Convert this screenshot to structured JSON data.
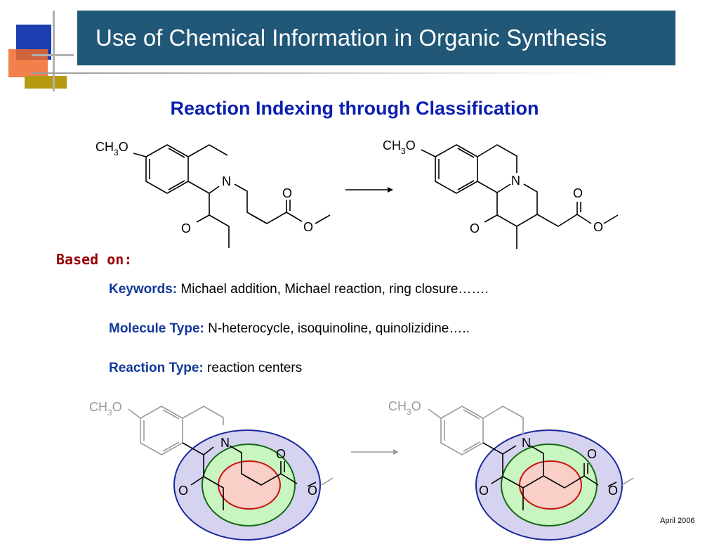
{
  "slide": {
    "title": "Use of Chemical Information in Organic Synthesis",
    "subtitle": "Reaction Indexing through Classification",
    "based_on": "Based on:",
    "lines": [
      {
        "label": "Keywords:",
        "text": " Michael addition, Michael reaction, ring closure……."
      },
      {
        "label": "Molecule Type:",
        "text": " N-heterocycle, isoquinoline, quinolizidine….."
      },
      {
        "label": "Reaction Type:",
        "text": " reaction centers"
      }
    ],
    "footer_date": "April 2006"
  },
  "structures": {
    "atom_n": "N",
    "atom_o": "O",
    "methoxy_ch": "CH",
    "methoxy_sub": "3",
    "methoxy_o": "O"
  },
  "colors": {
    "title_bar": "#215777",
    "subtitle": "#0b1fb0",
    "based_on": "#990000",
    "label": "#11399b",
    "outer_ellipse": "#d6d3f0",
    "middle_ellipse": "#c8f5c0",
    "inner_ellipse": "#f9cfc8"
  }
}
